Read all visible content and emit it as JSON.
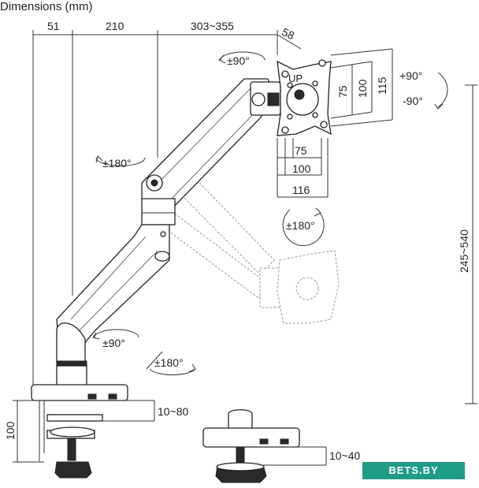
{
  "title": "Dimensions (mm)",
  "top_dims": {
    "d1": "51",
    "d2": "210",
    "d3": "303~355",
    "d4": "58"
  },
  "vesa": {
    "h_small": "75",
    "h_large": "100",
    "h_outer": "116",
    "v_small": "75",
    "v_large": "100",
    "v_outer": "115",
    "up_label": "UP"
  },
  "rotations": {
    "tilt": "±90°",
    "pivot_up": "+90°",
    "pivot_down": "-90°",
    "elbow": "±180°",
    "swivel": "±180°",
    "base_tilt": "±90°",
    "base_swivel": "±180°"
  },
  "height_range": "245~540",
  "clamp": {
    "desk_thickness": "10~80",
    "height": "100"
  },
  "grommet": {
    "desk_thickness": "10~40"
  },
  "watermark": "BETS.BY"
}
